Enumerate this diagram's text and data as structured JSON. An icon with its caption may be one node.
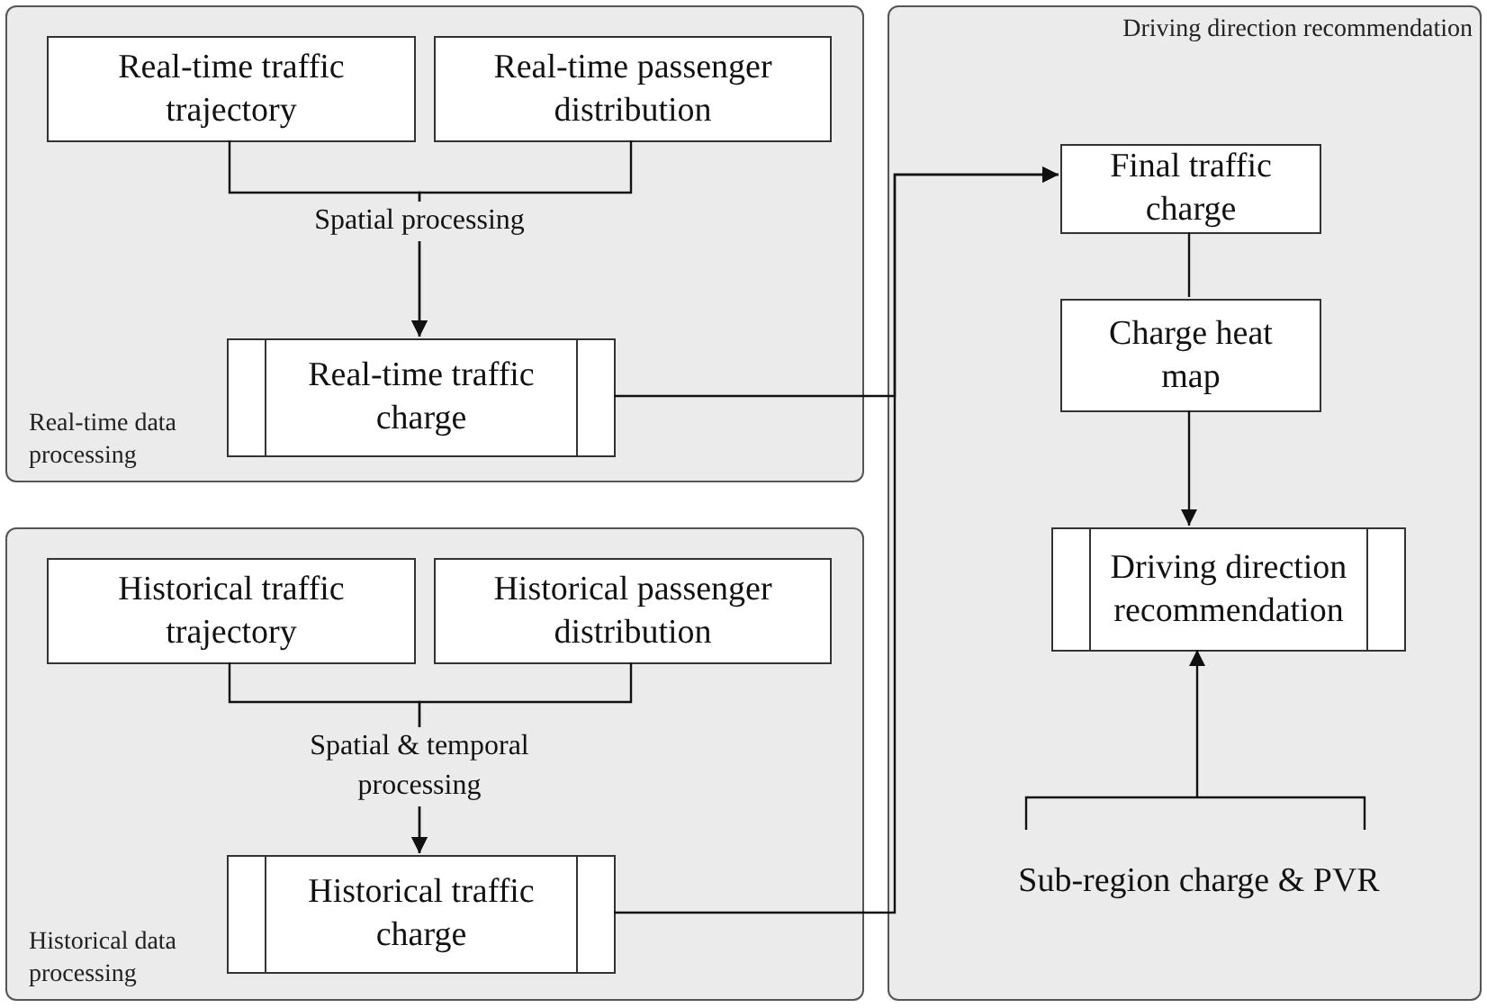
{
  "diagram": {
    "nodes": [
      {
        "text": [
          "Real-time data processing"
        ]
      },
      {
        "text": [
          "Real-time traffic trajectory"
        ],
        "in": 0
      },
      {
        "text": [
          "Real-time passenger distribution"
        ],
        "in": 0
      },
      {
        "text": [
          "Real-time traffic charge"
        ],
        "in": 0
      },
      {
        "text": [
          "Historical data processing"
        ]
      },
      {
        "text": [
          "Historical traffic trajectory"
        ],
        "in": 4
      },
      {
        "text": [
          "Historical passenger distribution"
        ],
        "in": 4
      },
      {
        "text": [
          "Historical traffic charge"
        ],
        "in": 4
      },
      {
        "text": [
          "Driving direction recommendation"
        ]
      },
      {
        "text": [
          "Final traffic charge"
        ],
        "in": 8
      },
      {
        "text": [
          "Charge heat map"
        ],
        "in": 8
      },
      {
        "text": [
          "Driving direction recommendation"
        ],
        "in": 8
      },
      {
        "text": [
          "Sub-region charge & PVR"
        ],
        "in": 8
      }
    ],
    "edges": [
      {
        "from": 1,
        "to": 3,
        "arrow": "to",
        "label": "Spatial processing"
      },
      {
        "from": 2,
        "to": 3,
        "arrow": "to"
      },
      {
        "from": 5,
        "to": 7,
        "arrow": "to",
        "label": "Spatial & temporal processing"
      },
      {
        "from": 6,
        "to": 7,
        "arrow": "to"
      },
      {
        "from": 3,
        "to": 9,
        "arrow": "to"
      },
      {
        "from": 7,
        "to": 9,
        "arrow": "to"
      },
      {
        "from": 9,
        "to": 10,
        "arrow": "none"
      },
      {
        "from": 10,
        "to": 11,
        "arrow": "to"
      },
      {
        "from": 12,
        "to": 11,
        "arrow": "to"
      }
    ]
  }
}
